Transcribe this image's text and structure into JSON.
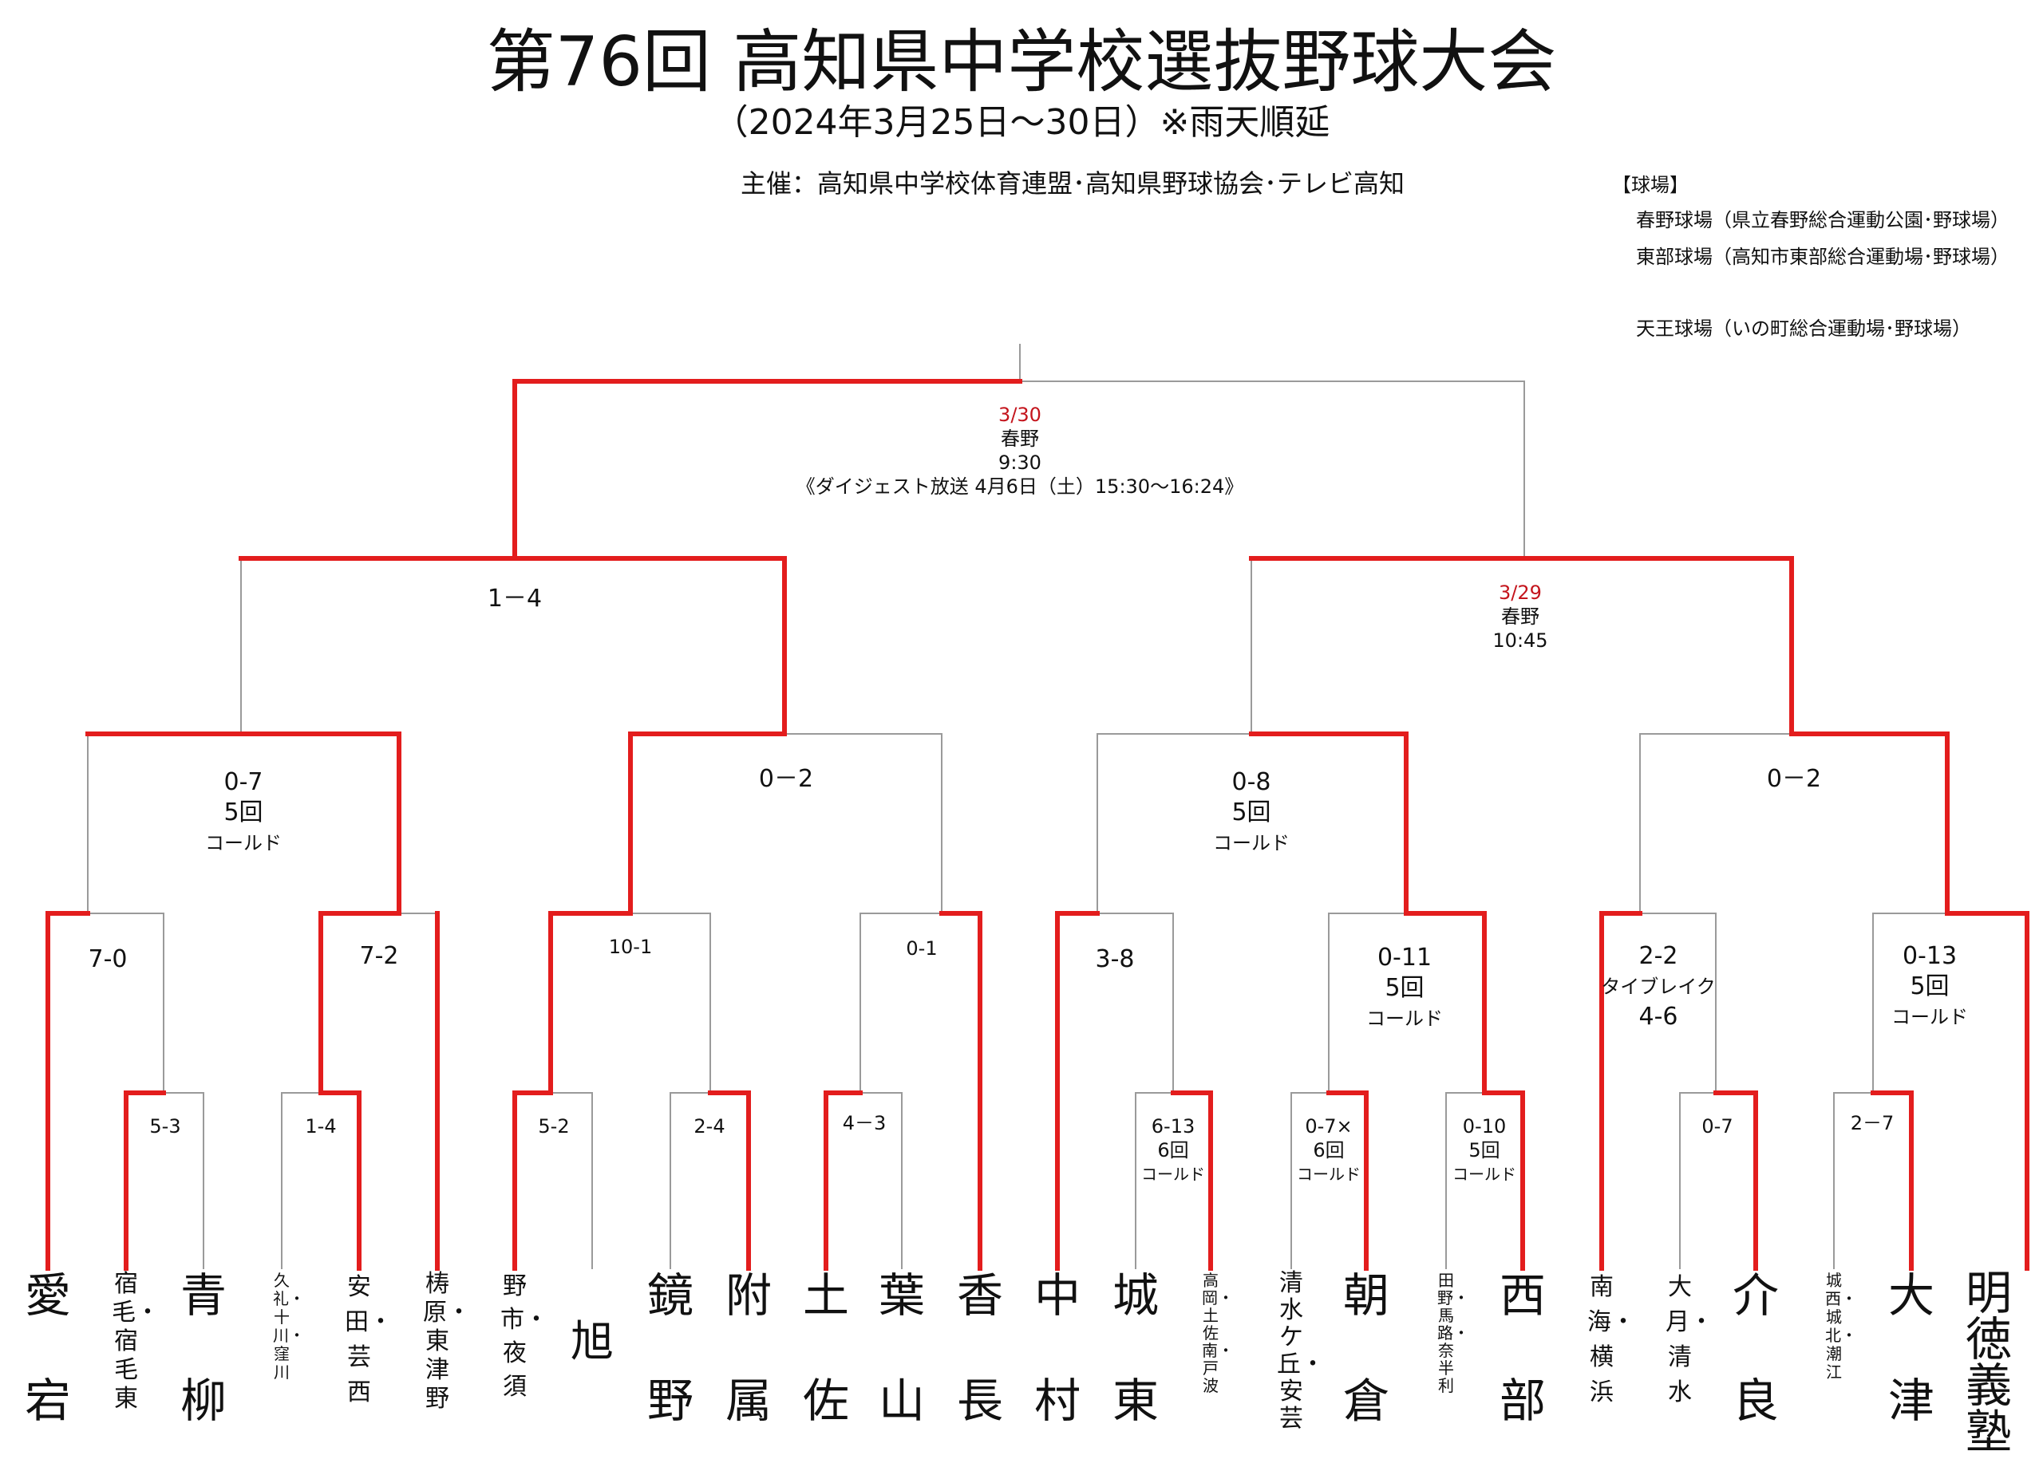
{
  "header": {
    "title": "第76回 高知県中学校選抜野球大会",
    "subtitle": "（2024年3月25日～30日）※雨天順延",
    "organizers": "主催：高知県中学校体育連盟･高知県野球協会･テレビ高知"
  },
  "venues": {
    "heading": "【球場】",
    "items": [
      "春野球場（県立春野総合運動公園･野球場）",
      "東部球場（高知市東部総合運動場･野球場）",
      "天王球場（いの町総合運動場･野球場）"
    ]
  },
  "final": {
    "date": "3/30",
    "venue": "春野",
    "time": "9:30",
    "broadcast": "《ダイジェスト放送 4月6日（土）15:30～16:24》"
  },
  "semifinals": {
    "left": {
      "score": "1－4"
    },
    "right": {
      "date": "3/29",
      "venue": "春野",
      "time": "10:45"
    }
  },
  "quarterfinals": [
    {
      "score": "0-7",
      "note1": "5回",
      "note2": "コールド"
    },
    {
      "score": "0－2"
    },
    {
      "score": "0-8",
      "note1": "5回",
      "note2": "コールド"
    },
    {
      "score": "0－2"
    }
  ],
  "round2": [
    {
      "score": "7-0"
    },
    {
      "score": "7-2"
    },
    {
      "score": "10-1"
    },
    {
      "score": "0-1"
    },
    {
      "score": "3-8"
    },
    {
      "score": "0-11",
      "note1": "5回",
      "note2": "コールド"
    },
    {
      "score": "2-2",
      "note1": "タイブレイク",
      "note2": "4-6"
    },
    {
      "score": "0-13",
      "note1": "5回",
      "note2": "コールド"
    }
  ],
  "round1": [
    {
      "score": "5-3"
    },
    {
      "score": "1-4"
    },
    {
      "score": "5-2"
    },
    {
      "score": "2-4"
    },
    {
      "score": "4－3"
    },
    {
      "score": "6-13",
      "note1": "6回",
      "note2": "コールド"
    },
    {
      "score": "0-7×",
      "note1": "6回",
      "note2": "コールド"
    },
    {
      "score": "0-10",
      "note1": "5回",
      "note2": "コールド"
    },
    {
      "score": "0-7"
    },
    {
      "score": "2－7"
    }
  ],
  "teams": [
    {
      "a": "愛",
      "b": "宕"
    },
    {
      "name": "宿毛・宿毛東"
    },
    {
      "a": "青",
      "b": "柳"
    },
    {
      "name": "久礼・十川・窪川"
    },
    {
      "name": "安田・芸西"
    },
    {
      "name": "梼原・東津野"
    },
    {
      "name": "野市・夜須"
    },
    {
      "single": "旭"
    },
    {
      "a": "鏡",
      "b": "野"
    },
    {
      "a": "附",
      "b": "属"
    },
    {
      "a": "土",
      "b": "佐"
    },
    {
      "a": "葉",
      "b": "山"
    },
    {
      "a": "香",
      "b": "長"
    },
    {
      "a": "中",
      "b": "村"
    },
    {
      "a": "城",
      "b": "東"
    },
    {
      "name": "高岡・土佐南・戸波"
    },
    {
      "name": "清水ケ丘・安芸"
    },
    {
      "a": "朝",
      "b": "倉"
    },
    {
      "name": "田野・馬路・奈半利"
    },
    {
      "a": "西",
      "b": "部"
    },
    {
      "name": "南海・横浜"
    },
    {
      "name": "大月・清水"
    },
    {
      "a": "介",
      "b": "良"
    },
    {
      "name": "城西・城北・潮江"
    },
    {
      "a": "大",
      "b": "津"
    },
    {
      "name": "明徳義塾"
    }
  ],
  "colors": {
    "winner_line": "#e31d1d",
    "loser_line": "#9a9a9a",
    "date_text": "#c4141c"
  }
}
